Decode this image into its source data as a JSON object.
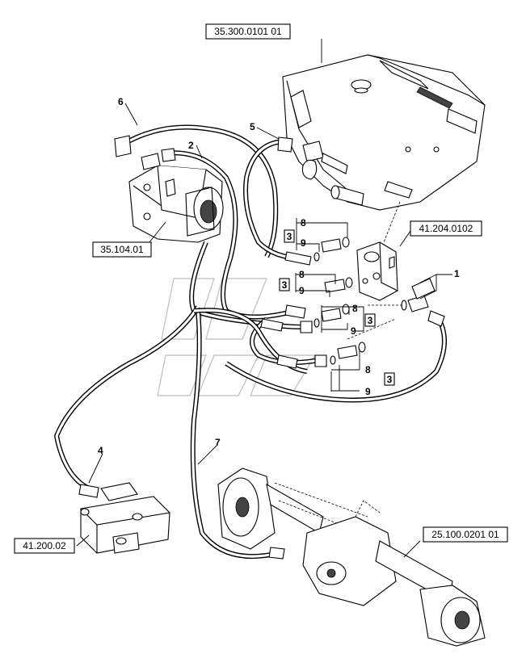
{
  "references": {
    "tank": "35.300.0101 01",
    "pump": "35.104.01",
    "valve": "41.204.0102",
    "block": "41.200.02",
    "axle": "25.100.0201 01"
  },
  "callouts": {
    "hose_1": "1",
    "hose_2": "2",
    "hose_4": "4",
    "hose_5": "5",
    "hose_6": "6",
    "hose_7": "7",
    "kit": "3",
    "oring_8": "8",
    "oring_9": "9"
  }
}
